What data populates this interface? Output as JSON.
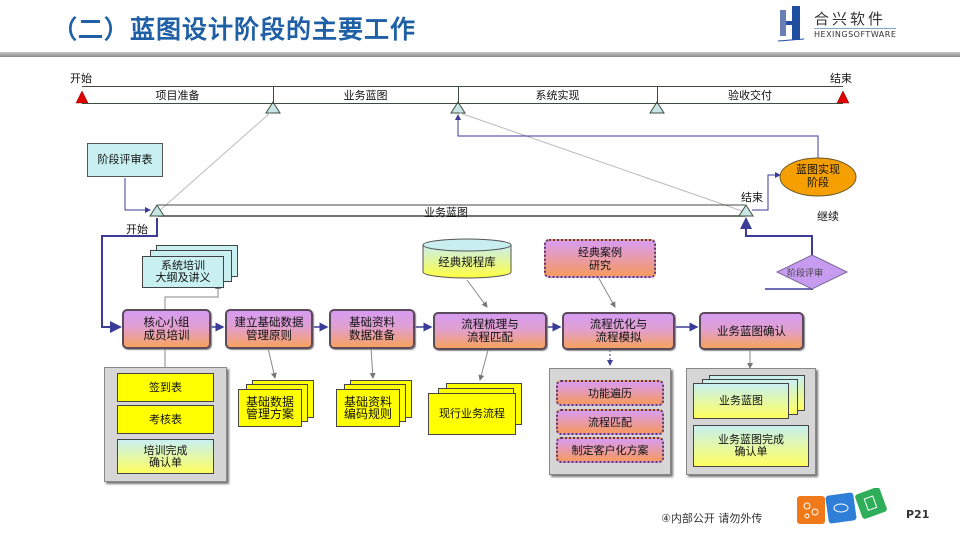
{
  "slide": {
    "title": "（二）蓝图设计阶段的主要工作",
    "page_number": "P21",
    "footer_note": "④内部公开 请勿外传",
    "logo": {
      "cn": "合兴软件",
      "en": "HEXINGSOFTWARE"
    },
    "colors": {
      "title": "#1f5fa5",
      "milestone_red": "#e00000",
      "milestone_blue": "#c8e6e6",
      "process_gradient_top": "#d69cf2",
      "process_gradient_bottom": "#f7a15f",
      "document_yellow": "#ffff00",
      "connector_blue": "#3b3b98",
      "ellipse_orange": "#f5a000",
      "diamond_purple": "#c79cf0"
    }
  },
  "top_timeline": {
    "start_label": "开始",
    "end_label": "结束",
    "phases": [
      "项目准备",
      "业务蓝图",
      "系统实现",
      "验收交付"
    ]
  },
  "sub_timeline": {
    "start_label": "开始",
    "end_label": "结束",
    "phase": "业务蓝图",
    "review_form": "阶段评审表",
    "next_phase": "蓝图实现阶段",
    "next_phase_lines": [
      "蓝图实现",
      "阶段"
    ],
    "continue_label": "继续",
    "review_gate": "阶段评审"
  },
  "inputs": {
    "training_outline": [
      "系统培训",
      "大纲及讲义"
    ],
    "rule_library": "经典规程库",
    "case_study": [
      "经典案例",
      "研究"
    ]
  },
  "processes": [
    {
      "lines": [
        "核心小组",
        "成员培训"
      ]
    },
    {
      "lines": [
        "建立基础数据",
        "管理原则"
      ]
    },
    {
      "lines": [
        "基础资料",
        "数据准备"
      ]
    },
    {
      "lines": [
        "流程梳理与",
        "流程匹配"
      ]
    },
    {
      "lines": [
        "流程优化与",
        "流程模拟"
      ]
    },
    {
      "lines": [
        "业务蓝图确认"
      ]
    }
  ],
  "outputs": {
    "training": [
      "签到表",
      "考核表",
      "培训完成\n确认单"
    ],
    "training_lines": [
      [
        "签到表"
      ],
      [
        "考核表"
      ],
      [
        "培训完成",
        "确认单"
      ]
    ],
    "base_data": [
      "基础数据",
      "管理方案"
    ],
    "base_coding": [
      "基础资料",
      "编码规则"
    ],
    "current_process": "现行业务流程",
    "optimization": [
      "功能遍历",
      "流程匹配",
      "制定客户化方案"
    ],
    "blueprint": "业务蓝图",
    "blueprint_confirm": [
      "业务蓝图完成",
      "确认单"
    ]
  }
}
